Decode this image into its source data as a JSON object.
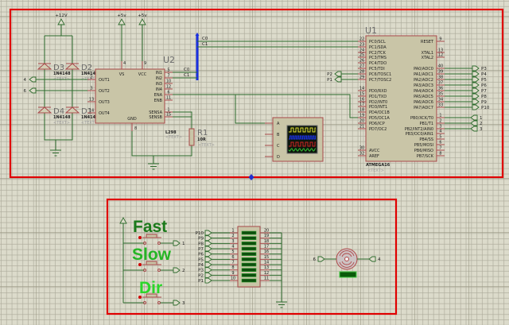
{
  "colors": {
    "frame": "#e00000",
    "wire": "#2d6b2d",
    "pin": "#a8484a",
    "component_body": "#c9c5a7",
    "bus": "#1a30e0",
    "marker": "#2030d0"
  },
  "power": [
    "+12V",
    "+5v",
    "+5v"
  ],
  "diodes": [
    {
      "ref": "D3",
      "part": "1N4148",
      "text": "<TEXT>"
    },
    {
      "ref": "D2",
      "part": "1N4148",
      "text": "<TEXT>"
    },
    {
      "ref": "D4",
      "part": "1N4148",
      "text": "<TEXT>"
    },
    {
      "ref": "D1",
      "part": "1N4148",
      "text": "<TEXT>"
    }
  ],
  "l298": {
    "ref": "U2",
    "part": "L298",
    "text": "<TEXT>",
    "left_pins": [
      {
        "name": "OUT1",
        "num": "2"
      },
      {
        "name": "OUT2",
        "num": "3"
      },
      {
        "name": "OUT3",
        "num": "13"
      },
      {
        "name": "OUT4",
        "num": "14"
      }
    ],
    "right_pins": [
      {
        "name": "IN1",
        "num": "5"
      },
      {
        "name": "IN2",
        "num": "7"
      },
      {
        "name": "IN3",
        "num": "10"
      },
      {
        "name": "IN4",
        "num": "12"
      },
      {
        "name": "ENA",
        "num": "6"
      },
      {
        "name": "ENB",
        "num": "11"
      },
      {
        "name": "SENSA",
        "num": "1"
      },
      {
        "name": "SENSB",
        "num": "15"
      }
    ],
    "top_pins": [
      {
        "name": "VS",
        "num": "4"
      },
      {
        "name": "VCC",
        "num": "9"
      }
    ],
    "gnd_pin": {
      "name": "GND",
      "num": "8"
    }
  },
  "resistor": {
    "ref": "R1",
    "value": "10R",
    "text": "<TEXT>"
  },
  "bus": {
    "driver_labels": [
      "C0",
      "C1"
    ],
    "mcu_labels": [
      "C0",
      "C1"
    ]
  },
  "scope": {
    "channels": [
      "A",
      "B",
      "C",
      "D"
    ],
    "trace_colors": [
      "#e6e632",
      "#1a32e8",
      "#d02424",
      "#34c034"
    ]
  },
  "atmega": {
    "ref": "U1",
    "part": "ATMEGA16",
    "text": "<TEXT>",
    "left_pins": [
      {
        "name": "PC0/SCL",
        "num": "22"
      },
      {
        "name": "PC1/SDA",
        "num": "23"
      },
      {
        "name": "PC2/TCK",
        "num": "24"
      },
      {
        "name": "PC3/TMS",
        "num": "25"
      },
      {
        "name": "PC4/TDO",
        "num": "26"
      },
      {
        "name": "PC5/TDI",
        "num": "27"
      },
      {
        "name": "PC6/TOSC1",
        "num": "28"
      },
      {
        "name": "PC7/TOSC2",
        "num": "29"
      },
      {
        "name": "PD0/RXD",
        "num": "14"
      },
      {
        "name": "PD1/TXD",
        "num": "15"
      },
      {
        "name": "PD2/INT0",
        "num": "16"
      },
      {
        "name": "PD3/INT1",
        "num": "17"
      },
      {
        "name": "PD4/OC1B",
        "num": "18"
      },
      {
        "name": "PD5/OC1A",
        "num": "19"
      },
      {
        "name": "PD6/ICP",
        "num": "20"
      },
      {
        "name": "PD7/OC2",
        "num": "21"
      },
      {
        "name": "AVCC",
        "num": "30"
      },
      {
        "name": "AREF",
        "num": "32"
      }
    ],
    "right_pins": [
      {
        "name": "RESET",
        "num": "9"
      },
      {
        "name": "XTAL1",
        "num": "13"
      },
      {
        "name": "XTAL2",
        "num": "12"
      },
      {
        "name": "PA0/ADC0",
        "num": "40"
      },
      {
        "name": "PA1/ADC1",
        "num": "39"
      },
      {
        "name": "PA2/ADC2",
        "num": "38"
      },
      {
        "name": "PA3/ADC3",
        "num": "37"
      },
      {
        "name": "PA4/ADC4",
        "num": "36"
      },
      {
        "name": "PA5/ADC5",
        "num": "35"
      },
      {
        "name": "PA6/ADC6",
        "num": "34"
      },
      {
        "name": "PA7/ADC7",
        "num": "33"
      },
      {
        "name": "PB0/XCK/T0",
        "num": "1"
      },
      {
        "name": "PB1/T1",
        "num": "2"
      },
      {
        "name": "PB2/INT2/AIN0",
        "num": "3"
      },
      {
        "name": "PB3/OC0/AIN1",
        "num": "4"
      },
      {
        "name": "PB4/SS",
        "num": "5"
      },
      {
        "name": "PB5/MOSI",
        "num": "6"
      },
      {
        "name": "PB6/MISO",
        "num": "7"
      },
      {
        "name": "PB7/SCK",
        "num": "8"
      }
    ]
  },
  "terminals": {
    "out_left": [
      "4",
      "6"
    ],
    "pc_side": [
      "P2",
      "P1"
    ],
    "pa_side": [
      "P3",
      "P4",
      "P5",
      "P6",
      "P7",
      "P8",
      "P9",
      "P10"
    ],
    "pb_side": [
      "1",
      "2",
      "3"
    ],
    "buttons": [
      "1",
      "2",
      "3"
    ],
    "ledbar": [
      "P10",
      "P9",
      "P8",
      "P7",
      "P6",
      "P5",
      "P4",
      "P3",
      "P2",
      "P1"
    ],
    "motor": [
      "6",
      "4"
    ]
  },
  "buttons": [
    {
      "label": "Fast",
      "color": "#1b7a1b"
    },
    {
      "label": "Slow",
      "color": "#25b525"
    },
    {
      "label": "Dir",
      "color": "#2ad62a"
    }
  ],
  "ledbar": {
    "left_pins": [
      "1",
      "2",
      "3",
      "4",
      "5",
      "6",
      "7",
      "8",
      "9",
      "10"
    ],
    "right_pins": [
      "20",
      "19",
      "18",
      "17",
      "16",
      "15",
      "14",
      "13",
      "12",
      "11"
    ]
  }
}
